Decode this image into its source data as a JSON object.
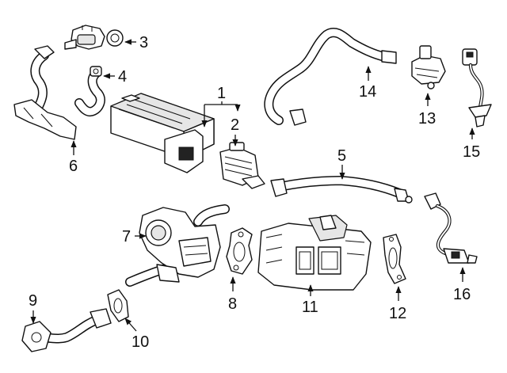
{
  "callouts": [
    {
      "id": "1",
      "label": "1"
    },
    {
      "id": "2",
      "label": "2"
    },
    {
      "id": "3",
      "label": "3"
    },
    {
      "id": "4",
      "label": "4"
    },
    {
      "id": "5",
      "label": "5"
    },
    {
      "id": "6",
      "label": "6"
    },
    {
      "id": "7",
      "label": "7"
    },
    {
      "id": "8",
      "label": "8"
    },
    {
      "id": "9",
      "label": "9"
    },
    {
      "id": "10",
      "label": "10"
    },
    {
      "id": "11",
      "label": "11"
    },
    {
      "id": "12",
      "label": "12"
    },
    {
      "id": "13",
      "label": "13"
    },
    {
      "id": "14",
      "label": "14"
    },
    {
      "id": "15",
      "label": "15"
    },
    {
      "id": "16",
      "label": "16"
    }
  ],
  "colors": {
    "line": "#111111",
    "background": "#ffffff",
    "shade": "#e6e6e6"
  }
}
